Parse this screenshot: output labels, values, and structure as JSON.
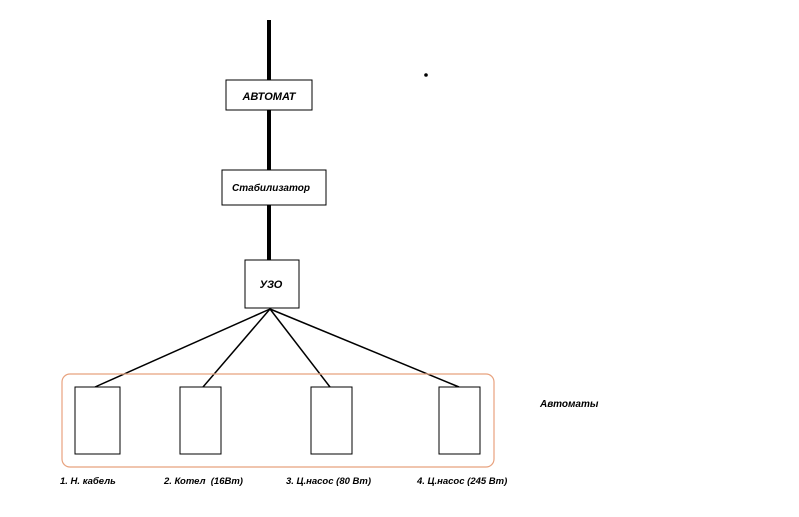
{
  "diagram": {
    "blocks": {
      "breaker_main": "АВТОМАТ",
      "stabilizer": "Стабилизатор",
      "rcd": "УЗО"
    },
    "group_label": "Автоматы",
    "group_color": "#e8a27e",
    "breakers": [
      {
        "label": "1. Н. кабель"
      },
      {
        "label": "2. Котел  (16Вт)"
      },
      {
        "label": "3. Ц.насос (80 Вт)"
      },
      {
        "label": "4. Ц.насос (245 Вт)"
      }
    ]
  }
}
